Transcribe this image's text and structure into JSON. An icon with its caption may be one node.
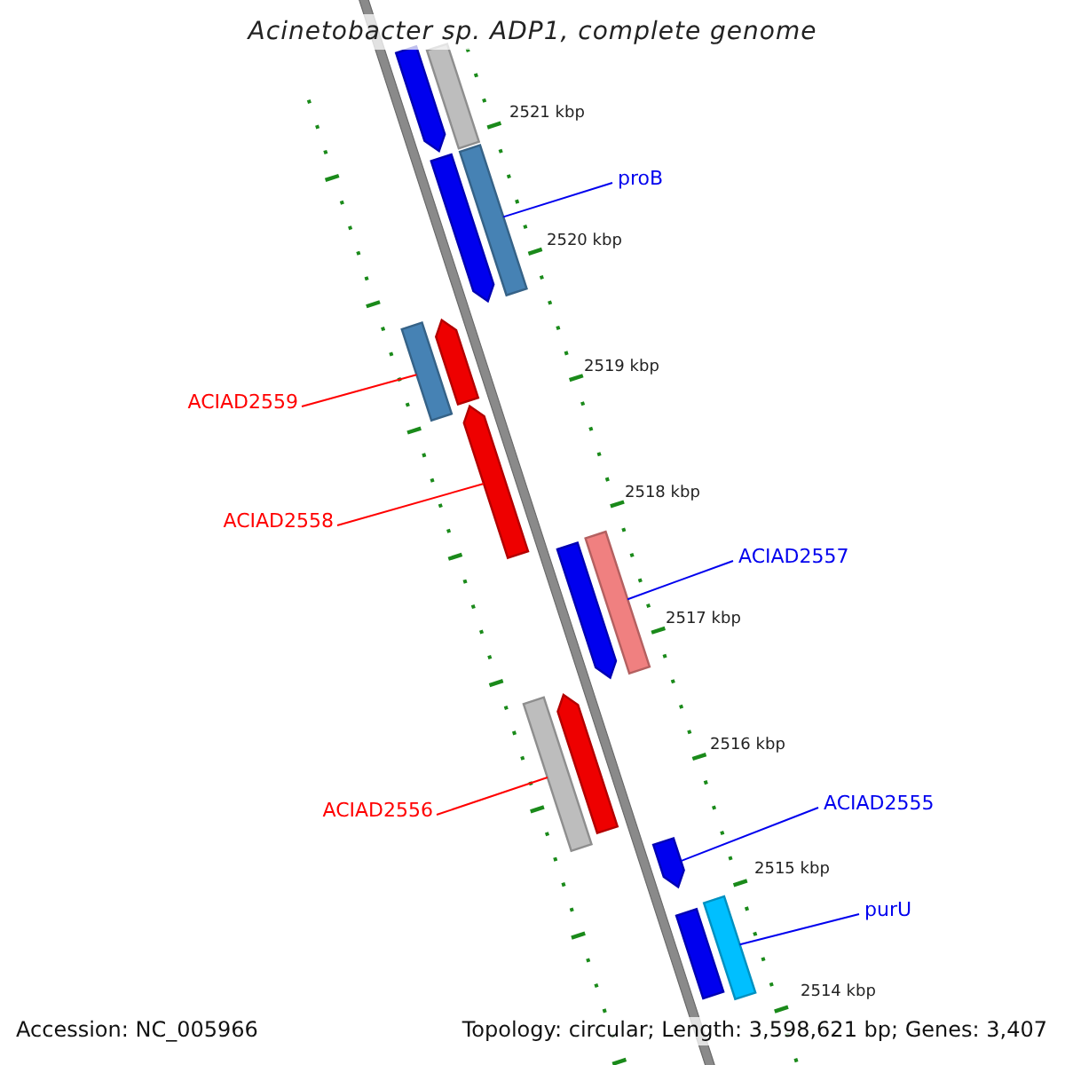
{
  "diagram": {
    "title": "Acinetobacter sp. ADP1, complete genome",
    "nodes": [
      {
        "text": [
          "proB"
        ]
      },
      {
        "text": [
          "ACIAD2559"
        ]
      },
      {
        "text": [
          "ACIAD2558"
        ]
      },
      {
        "text": [
          "ACIAD2557"
        ]
      },
      {
        "text": [
          "ACIAD2556"
        ]
      },
      {
        "text": [
          "ACIAD2555"
        ]
      },
      {
        "text": [
          "purU"
        ]
      },
      {
        "text": [],
        "shape": "bar"
      },
      {
        "text": [],
        "shape": "bar"
      },
      {
        "text": [],
        "shape": "bar"
      },
      {
        "text": [],
        "shape": "bar"
      },
      {
        "text": [],
        "shape": "bar"
      },
      {
        "text": [],
        "shape": "bar"
      },
      {
        "text": [],
        "shape": "bar"
      },
      {
        "text": [],
        "shape": "bar"
      },
      {
        "text": [],
        "shape": "bar"
      },
      {
        "text": [],
        "shape": "bar"
      },
      {
        "text": [],
        "shape": "bar"
      },
      {
        "text": [],
        "shape": "bar"
      },
      {
        "text": [],
        "shape": "bar"
      },
      {
        "text": [],
        "shape": "bar"
      }
    ],
    "edges": [
      {
        "from": 0,
        "to": 10,
        "arrow": "none"
      },
      {
        "from": 1,
        "to": 11,
        "arrow": "none",
        "color": "#ff0000"
      },
      {
        "from": 2,
        "to": 13,
        "arrow": "none",
        "color": "#ff0000"
      },
      {
        "from": 3,
        "to": 15,
        "arrow": "none"
      },
      {
        "from": 4,
        "to": 16,
        "arrow": "none",
        "color": "#ff0000"
      },
      {
        "from": 5,
        "to": 18,
        "arrow": "none"
      },
      {
        "from": 6,
        "to": 20,
        "arrow": "none"
      }
    ],
    "labels": [
      "2521 kbp",
      "2520 kbp",
      "2519 kbp",
      "2518 kbp",
      "2517 kbp",
      "2516 kbp",
      "2515 kbp",
      "2514 kbp",
      "Accession: NC_005966",
      "Topology: circular; Length: 3,598,621 bp; Genes: 3,407"
    ]
  }
}
